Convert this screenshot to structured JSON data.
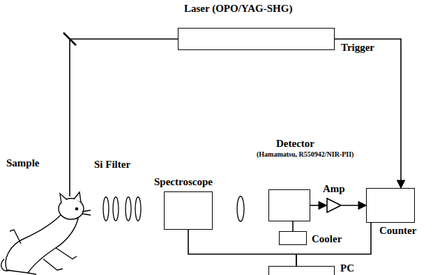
{
  "diagram": {
    "nodes": [
      {
        "text": [
          "Laser (OPO/YAG-SHG)"
        ]
      },
      {
        "text": [
          "Spectroscope"
        ]
      },
      {
        "text": [
          "Detector",
          "(Hamamatsu, R550942/NIR-PII)"
        ]
      },
      {
        "text": [
          "Cooler"
        ]
      },
      {
        "text": [
          "Amp"
        ]
      },
      {
        "text": [
          "Counter"
        ]
      },
      {
        "text": [
          "PC"
        ]
      }
    ],
    "edges": [
      {
        "from": 0,
        "to": 5,
        "arrow": "to",
        "label": "Trigger"
      },
      {
        "from": 2,
        "to": 4,
        "arrow": "to"
      },
      {
        "from": 4,
        "to": 5,
        "arrow": "to"
      },
      {
        "from": 2,
        "to": 3,
        "arrow": "none"
      },
      {
        "from": 1,
        "to": 6,
        "arrow": "none"
      },
      {
        "from": 5,
        "to": 6,
        "arrow": "none"
      }
    ],
    "labels": [
      "Sample",
      "Si Filter"
    ]
  }
}
